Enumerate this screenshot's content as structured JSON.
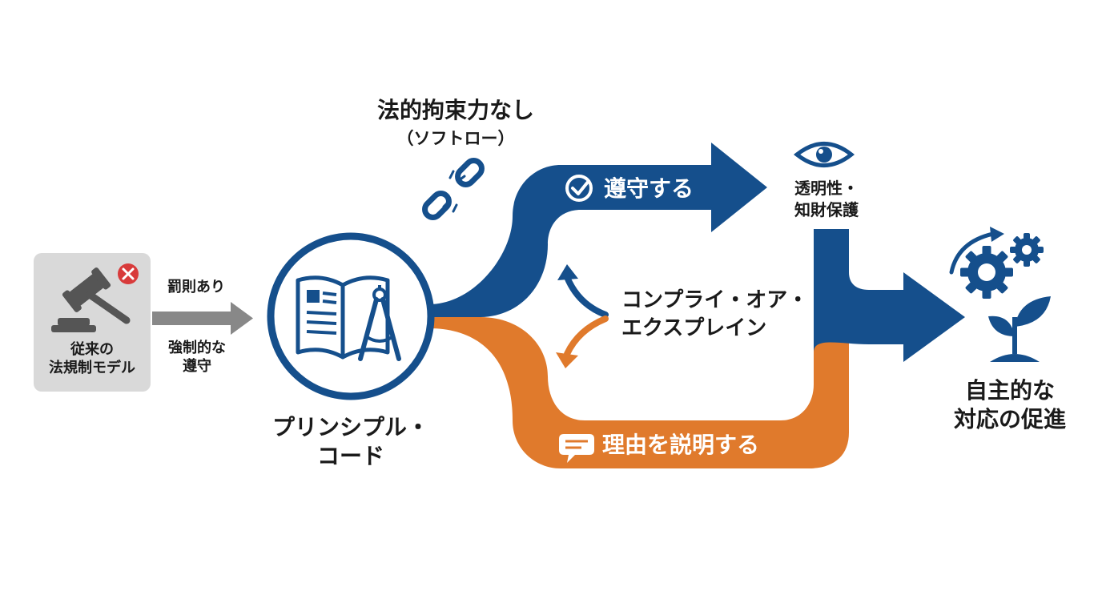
{
  "legacy_model": {
    "label_line1": "従来の",
    "label_line2": "法規制モデル",
    "icon": "gavel-icon",
    "badge_icon": "close-circle-icon",
    "badge_color": "#d83b3b"
  },
  "legacy_arrow": {
    "label_top": "罰則あり",
    "label_bottom_line1": "強制的な",
    "label_bottom_line2": "遵守",
    "color": "#888888"
  },
  "principle_code": {
    "label_line1": "プリンシプル・",
    "label_line2": "コード",
    "icon": "book-compass-icon"
  },
  "soft_law": {
    "title": "法的拘束力なし",
    "subtitle": "（ソフトロー）",
    "icon": "broken-link-icon"
  },
  "comply_branch": {
    "label": "遵守する",
    "icon": "check-circle-icon",
    "color": "#154f8c"
  },
  "explain_branch": {
    "label": "理由を説明する",
    "icon": "speech-bubble-icon",
    "color": "#e07a2c"
  },
  "comply_or_explain": {
    "label_line1": "コンプライ・オア・",
    "label_line2": "エクスプレイン",
    "icon": "split-arrows-icon"
  },
  "transparency": {
    "label_line1": "透明性・",
    "label_line2": "知財保護",
    "icon": "eye-icon"
  },
  "outcome": {
    "label_line1": "自主的な",
    "label_line2": "対応の促進",
    "icon": "gears-plant-icon"
  }
}
